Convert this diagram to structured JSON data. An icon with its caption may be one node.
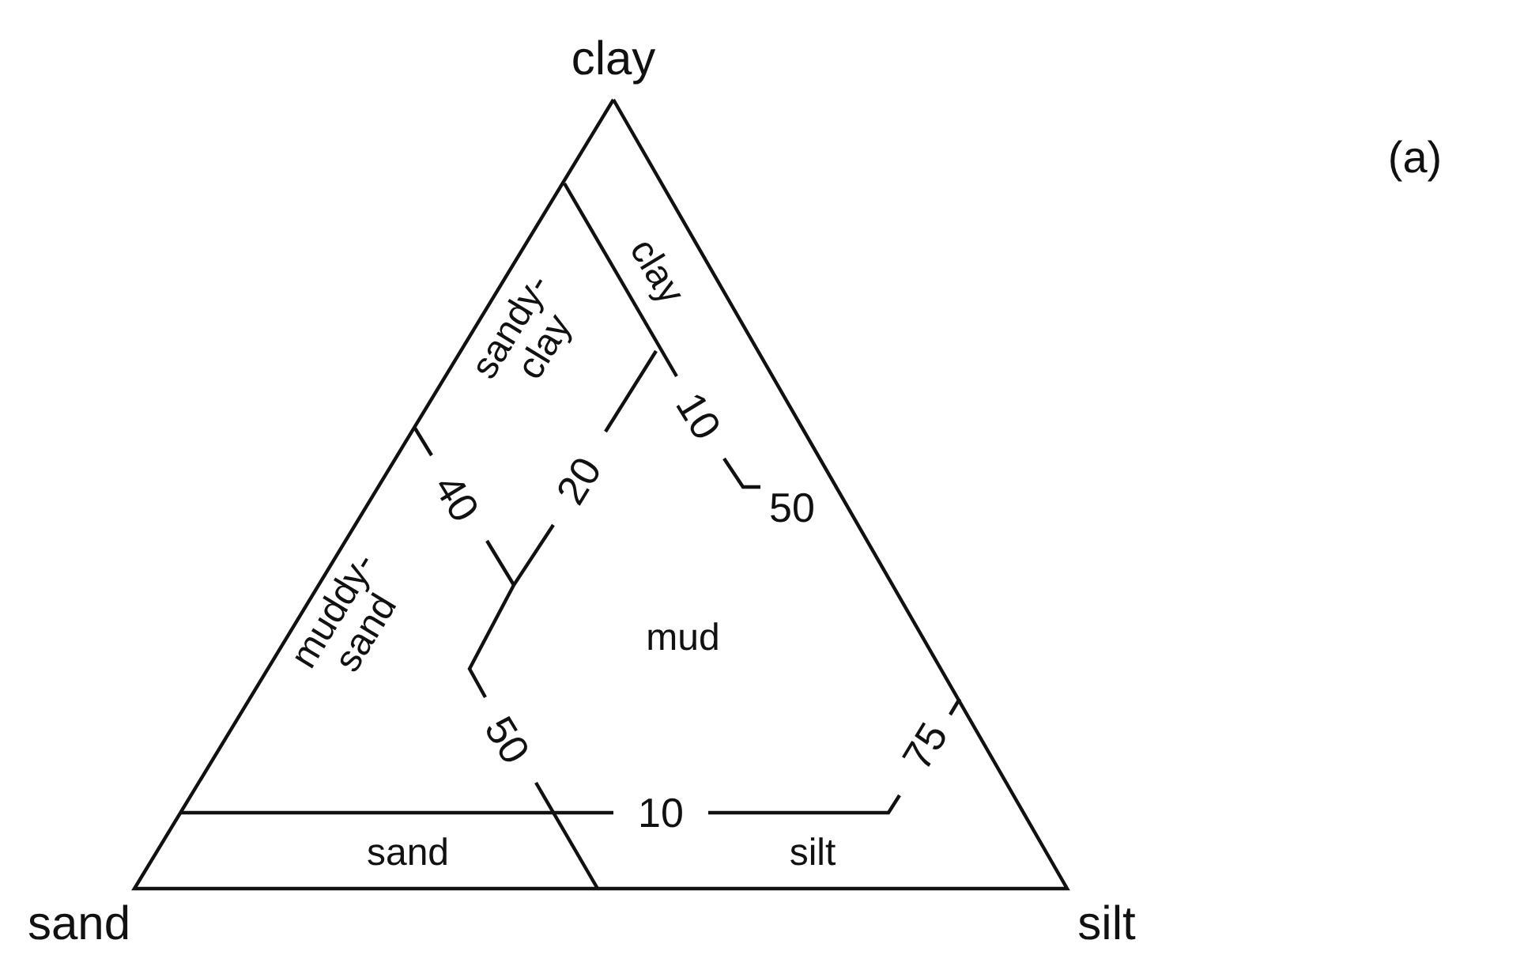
{
  "diagram": {
    "labels": [
      "clay",
      "(a)",
      "clay",
      "sandy- clay",
      "10",
      "20",
      "40",
      "50",
      "mud",
      "muddy- sand",
      "75",
      "50",
      "10",
      "sand",
      "silt",
      "sand",
      "silt"
    ]
  }
}
